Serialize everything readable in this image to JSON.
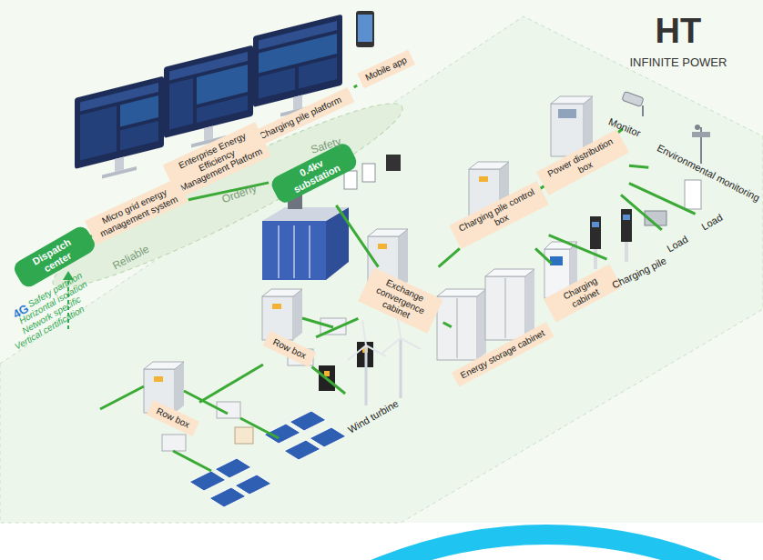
{
  "diagram": {
    "nodes": [
      {
        "text": [
          "Mobile app"
        ]
      },
      {
        "text": [
          "Charging pile platform"
        ]
      },
      {
        "text": [
          "Enterprise Energy Efficiency Management Platform"
        ]
      },
      {
        "text": [
          "Micro grid energy management system"
        ]
      },
      {
        "text": [
          "Dispatch center"
        ]
      },
      {
        "text": [
          "0.4kv substation"
        ]
      },
      {
        "text": [
          "Exchange convergence cabinet"
        ]
      },
      {
        "text": [
          "Charging pile control box"
        ]
      },
      {
        "text": [
          "Power distribution box"
        ]
      },
      {
        "text": [
          "Energy storage cabinet"
        ]
      },
      {
        "text": [
          "Charging cabinet"
        ]
      },
      {
        "text": [
          "Charging pile"
        ]
      },
      {
        "text": [
          "Load"
        ]
      },
      {
        "text": [
          "Load"
        ]
      },
      {
        "text": [
          "Monitor"
        ]
      },
      {
        "text": [
          "Environmental monitoring"
        ]
      },
      {
        "text": [
          "Row box"
        ]
      },
      {
        "text": [
          "Wind turbine"
        ]
      },
      {
        "text": [
          "Row box"
        ]
      }
    ],
    "edges": [
      {
        "from": 3,
        "to": 2,
        "arrow": "none"
      },
      {
        "from": 2,
        "to": 1,
        "arrow": "none"
      },
      {
        "from": 1,
        "to": 0,
        "arrow": "none"
      },
      {
        "from": 4,
        "to": 3,
        "arrow": "none"
      },
      {
        "from": 3,
        "to": 5,
        "arrow": "none"
      },
      {
        "from": 5,
        "to": 6,
        "arrow": "none"
      },
      {
        "from": 6,
        "to": 7,
        "arrow": "none"
      },
      {
        "from": 7,
        "to": 8,
        "arrow": "none"
      },
      {
        "from": 6,
        "to": 9,
        "arrow": "none"
      },
      {
        "from": 7,
        "to": 10,
        "arrow": "none"
      },
      {
        "from": 7,
        "to": 11,
        "arrow": "none"
      },
      {
        "from": 8,
        "to": 12,
        "arrow": "none"
      },
      {
        "from": 8,
        "to": 13,
        "arrow": "none"
      },
      {
        "from": 8,
        "to": 14,
        "arrow": "none"
      },
      {
        "from": 8,
        "to": 15,
        "arrow": "none"
      },
      {
        "from": 16,
        "to": 6,
        "arrow": "none"
      },
      {
        "from": 16,
        "to": 17,
        "arrow": "none"
      },
      {
        "from": 18,
        "to": 16,
        "arrow": "none"
      }
    ],
    "labels": [
      "HT",
      "INFINITE POWER",
      "Safety",
      "Orderly",
      "Reliable",
      "4G",
      "Safety partition",
      "Horizontal isolation",
      "Network specific",
      "Vertical certification"
    ]
  }
}
